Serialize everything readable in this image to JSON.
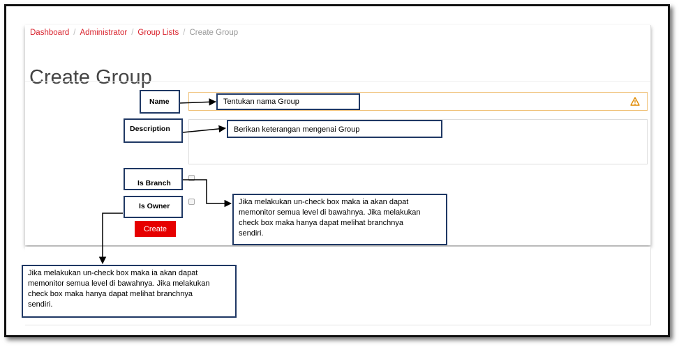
{
  "breadcrumb": {
    "items": [
      {
        "label": "Dashboard"
      },
      {
        "label": "Administrator"
      },
      {
        "label": "Group Lists"
      }
    ],
    "current": "Create Group"
  },
  "page": {
    "title": "Create Group"
  },
  "form": {
    "submit_label": "Create",
    "is_branch_checked": false,
    "is_owner_checked": false
  },
  "annotations": {
    "name_label": "Name",
    "description_label": "Description",
    "is_branch_label": "Is Branch",
    "is_owner_label": "Is Owner",
    "name_hint": "Tentukan nama Group",
    "description_hint": "Berikan keterangan mengenai Group",
    "branch_note_lines": [
      "Jika melakukan un-check box maka ia akan dapat",
      "memonitor semua level di bawahnya. Jika melakukan",
      "check box maka hanya dapat melihat branchnya",
      "sendiri."
    ],
    "owner_note_lines": [
      "Jika melakukan un-check box maka ia akan dapat",
      "memonitor semua level di bawahnya. Jika melakukan",
      "check box maka hanya dapat melihat branchnya",
      "sendiri."
    ]
  },
  "colors": {
    "accent": "#d9232d",
    "button": "#e60000",
    "callout_border": "#1f3864",
    "warning": "#e08a00"
  },
  "icons": {
    "name_field_status": "warning-icon"
  }
}
